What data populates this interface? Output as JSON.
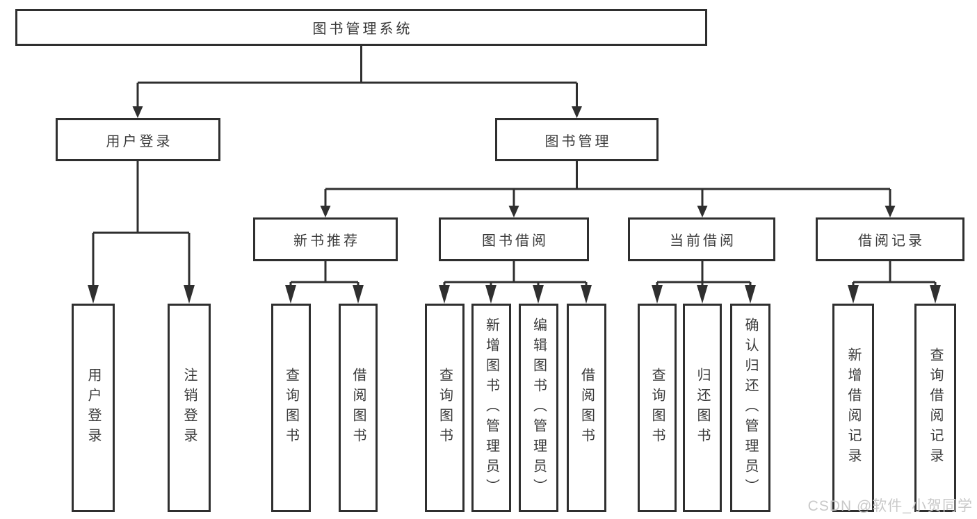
{
  "diagram": {
    "root": "图书管理系统",
    "branches": [
      {
        "label": "用户登录",
        "children": [
          "用户登录",
          "注销登录"
        ]
      },
      {
        "label": "图书管理",
        "sections": [
          {
            "label": "新书推荐",
            "children": [
              "查询图书",
              "借阅图书"
            ]
          },
          {
            "label": "图书借阅",
            "children": [
              "查询图书",
              "新增图书（管理员）",
              "编辑图书（管理员）",
              "借阅图书"
            ]
          },
          {
            "label": "当前借阅",
            "children": [
              "查询图书",
              "归还图书",
              "确认归还（管理员）"
            ]
          },
          {
            "label": "借阅记录",
            "children": [
              "新增借阅记录",
              "查询借阅记录"
            ]
          }
        ]
      }
    ]
  },
  "watermark": "CSDN @软件_小贺同学",
  "colors": {
    "line": "#2f2f2f",
    "box_border": "#2f2f2f",
    "text": "#3a3a3a",
    "watermark": "#c9c9c9",
    "background": "#ffffff"
  }
}
